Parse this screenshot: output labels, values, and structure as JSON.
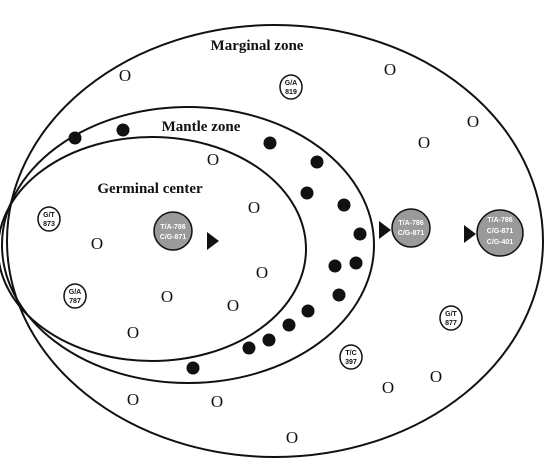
{
  "zones": {
    "marginal": "Marginal zone",
    "mantle": "Mantle zone",
    "germinal": "Germinal center"
  },
  "small_mutation_labels": [
    {
      "top": "G/A",
      "bottom": "819"
    },
    {
      "top": "G/T",
      "bottom": "873"
    },
    {
      "top": "G/A",
      "bottom": "787"
    },
    {
      "top": "T/C",
      "bottom": "397"
    },
    {
      "top": "G/T",
      "bottom": "877"
    }
  ],
  "clone_labels": [
    {
      "lines": [
        "T/A-786",
        "C/G-871"
      ]
    },
    {
      "lines": [
        "T/A-786",
        "C/G-871"
      ]
    },
    {
      "lines": [
        "T/A-786",
        "C/G-871",
        "C/G-401"
      ]
    }
  ],
  "unmutated_mark": "O",
  "colors": {
    "line": "#111111",
    "dot": "#111111",
    "shaded_cell": "#9a9a9a",
    "background": "#ffffff"
  }
}
